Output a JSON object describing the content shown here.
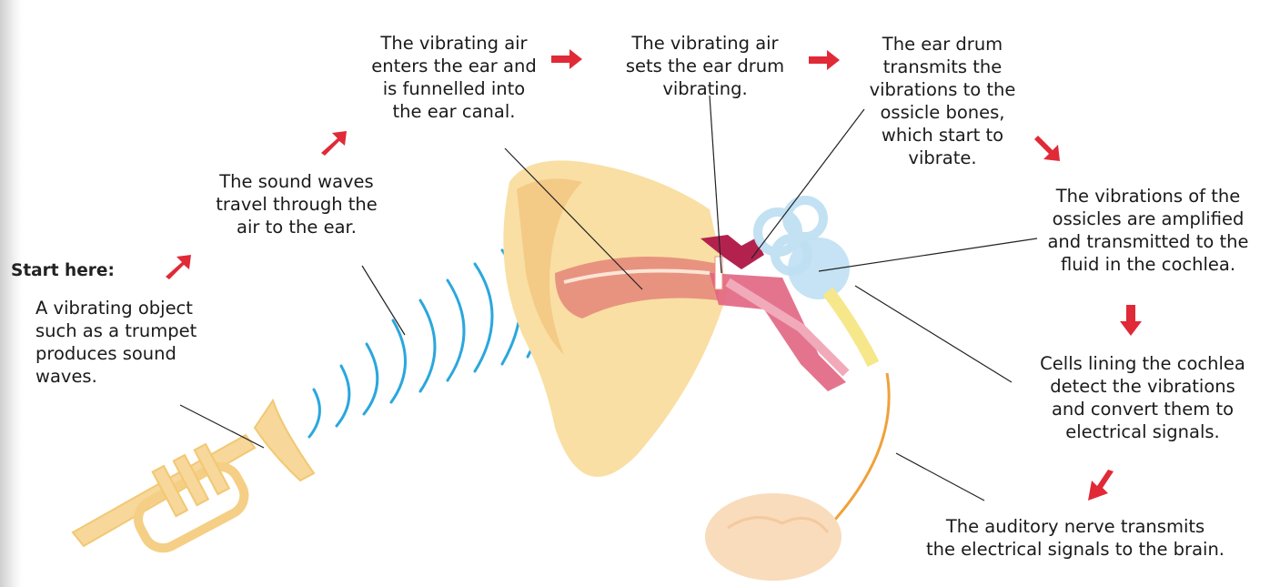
{
  "start_label": "Start here:",
  "steps": [
    {
      "id": "vibrating-object",
      "text": "A vibrating object\nsuch as a trumpet\nproduces sound\nwaves."
    },
    {
      "id": "sound-waves-travel",
      "text": "The sound waves\ntravel through the\nair to the ear."
    },
    {
      "id": "air-enters-ear",
      "text": "The vibrating air\nenters the ear and\nis funnelled into\nthe ear canal."
    },
    {
      "id": "ear-drum-vibrating",
      "text": "The vibrating air\nsets the ear drum\nvibrating."
    },
    {
      "id": "ear-drum-transmits",
      "text": "The ear drum\ntransmits the\nvibrations to the\nossicle bones,\nwhich start to\nvibrate."
    },
    {
      "id": "ossicles-amplified",
      "text": "The vibrations of the\nossicles are amplified\nand transmitted to the\nfluid in the cochlea."
    },
    {
      "id": "cells-detect",
      "text": "Cells lining the cochlea\ndetect the vibrations\nand convert them to\nelectrical signals."
    },
    {
      "id": "nerve-transmits",
      "text": "The auditory nerve transmits\nthe electrical signals to the brain."
    }
  ],
  "colors": {
    "arrow": "#e02a37",
    "sound_wave": "#2aa7dd",
    "trumpet": "#f7d79a",
    "ear_outer": "#f9dfa3",
    "ear_canal": "#e8937f",
    "ossicles": "#b3224e",
    "cochlea": "#bfe0f3",
    "nerve": "#f6e78a",
    "nerve_arrow": "#f0a13a",
    "brain": "#f9dcbb",
    "leader_line": "#222222"
  },
  "icons": [
    "trumpet-illustration",
    "ear-illustration",
    "brain-illustration",
    "red-arrow-icon"
  ]
}
